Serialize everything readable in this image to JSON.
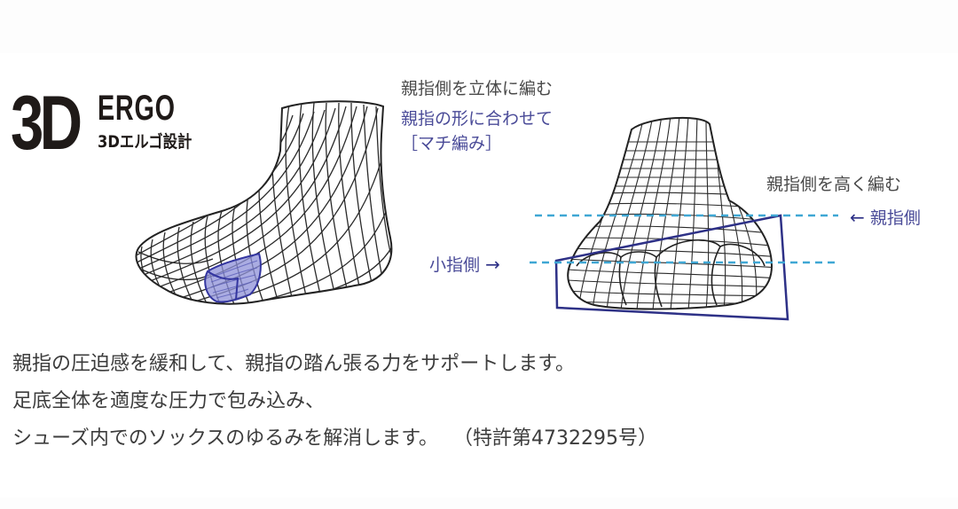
{
  "logo": {
    "mark": "3D",
    "name": "ERGO",
    "subtitle": "3Dエルゴ設計"
  },
  "labels": {
    "top_heading": "親指側を立体に編む",
    "top_sub_1": "親指の形に合わせて",
    "top_sub_2": "［マチ編み］",
    "high_knit": "親指側を高く編む",
    "thumb_side": "親指側",
    "pinky_side": "小指側",
    "arrow_left": "←",
    "arrow_right": "→"
  },
  "description": {
    "line_1": "親指の圧迫感を緩和して、親指の踏ん張る力をサポートします。",
    "line_2": "足底全体を適度な圧力で包み込み、",
    "line_3": "シューズ内でのソックスのゆるみを解消します。",
    "patent": "（特許第4732295号）"
  },
  "colors": {
    "ink": "#1f1a18",
    "text_gray": "#4a4a4a",
    "label_blue": "#4a4b98",
    "outline_navy": "#2e3187",
    "dash_cyan": "#3fa7d4",
    "gusset_fill": "#8d90d8",
    "mesh_line": "#2a2a2a"
  },
  "illustrations": {
    "left": "side-view-3d-sock-mesh",
    "right": "front-view-3d-sock-mesh"
  }
}
